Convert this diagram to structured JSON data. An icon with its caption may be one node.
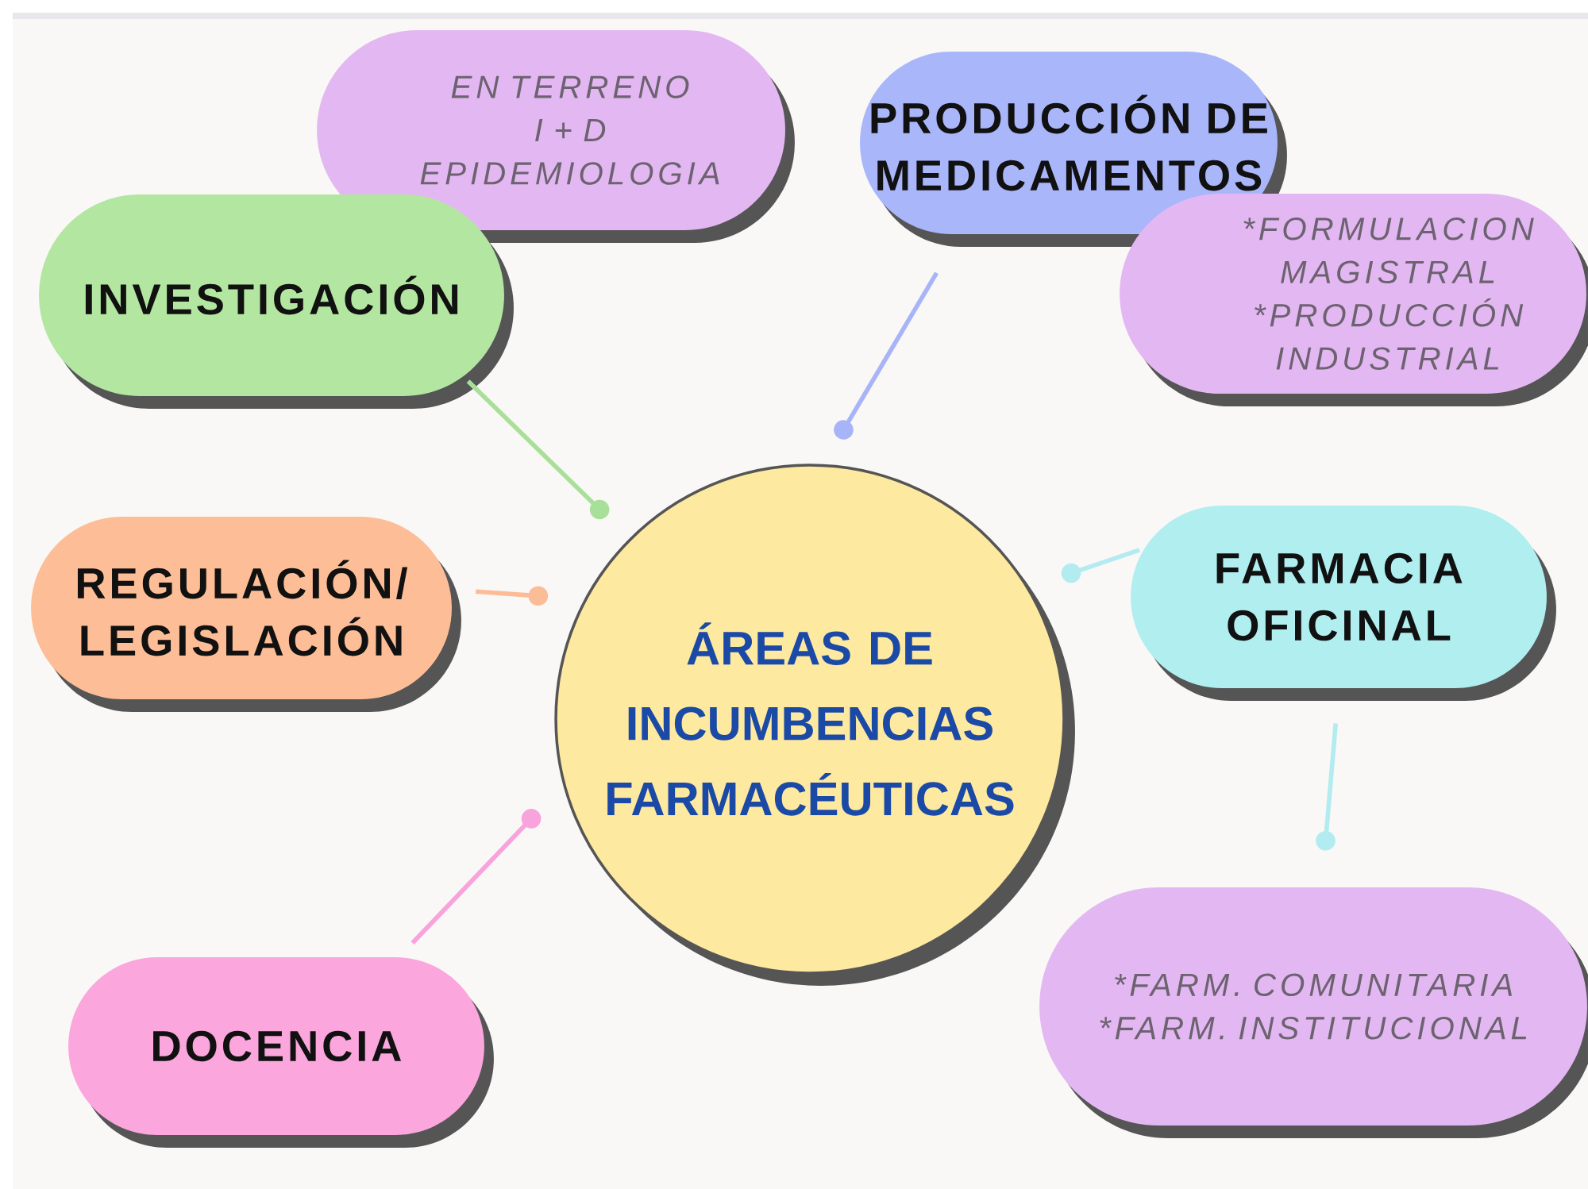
{
  "diagram": {
    "nodes": [
      {
        "text": [
          "EN TERRENO",
          "I + D",
          "EPIDEMIOLOGIA"
        ]
      },
      {
        "text": [
          "PRODUCCIÓN DE MEDICAMENTOS"
        ]
      },
      {
        "text": [
          "INVESTIGACIÓN"
        ]
      },
      {
        "text": [
          "*FORMULACION MAGISTRAL",
          "*PRODUCCIÓN INDUSTRIAL"
        ]
      },
      {
        "text": [
          "ÁREAS DE INCUMBENCIAS FARMACÉUTICAS"
        ]
      },
      {
        "text": [
          "REGULACIÓN/ LEGISLACIÓN"
        ]
      },
      {
        "text": [
          "FARMACIA OFICINAL"
        ]
      },
      {
        "text": [
          "DOCENCIA"
        ]
      },
      {
        "text": [
          "*FARM. COMUNITARIA",
          "*FARM. INSTITUCIONAL"
        ]
      }
    ],
    "edges": [
      {
        "from": 2,
        "to": 4,
        "arrow": "other",
        "color": "#a8e09a"
      },
      {
        "from": 1,
        "to": 4,
        "arrow": "other",
        "color": "#a8b4f8"
      },
      {
        "from": 5,
        "to": 4,
        "arrow": "other",
        "color": "#fcbc95"
      },
      {
        "from": 6,
        "to": 4,
        "arrow": "other",
        "color": "#b2ecf0"
      },
      {
        "from": 7,
        "to": 4,
        "arrow": "other",
        "color": "#f9a3dc"
      },
      {
        "from": 6,
        "to": 8,
        "arrow": "other",
        "color": "#b2ecf0"
      }
    ]
  }
}
